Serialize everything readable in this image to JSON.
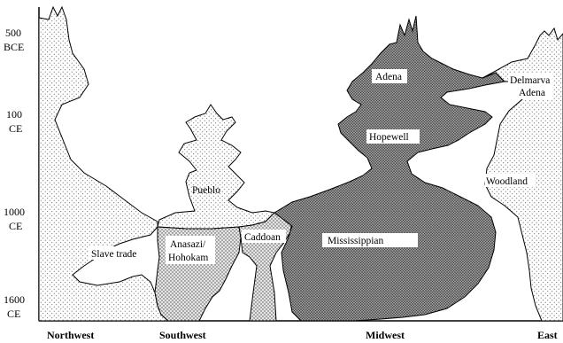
{
  "time_axis": {
    "labels": [
      {
        "id": "t500bce",
        "line1": "500",
        "line2": "BCE"
      },
      {
        "id": "t100ce",
        "line1": "100",
        "line2": "CE"
      },
      {
        "id": "t1000ce",
        "line1": "1000",
        "line2": "CE"
      },
      {
        "id": "t1600ce",
        "line1": "1600",
        "line2": "CE"
      }
    ]
  },
  "region_axis": {
    "labels": [
      "Northwest",
      "Southwest",
      "Midwest",
      "East"
    ]
  },
  "cultures": {
    "adena": "Adena",
    "hopewell": "Hopewell",
    "delmarva_adena_line1": "Delmarva",
    "delmarva_adena_line2": "Adena",
    "woodland": "Woodland",
    "pueblo": "Pueblo",
    "anasazi_hohokam_line1": "Anasazi/",
    "anasazi_hohokam_line2": "Hohokam",
    "caddoan": "Caddoan",
    "mississippian": "Mississippian",
    "slave_trade": "Slave trade"
  },
  "colors": {
    "light_stipple": "#ededed",
    "medium_stipple": "#cfcfcf",
    "dark_stipple": "#8f8f8f",
    "outline": "#000000"
  }
}
